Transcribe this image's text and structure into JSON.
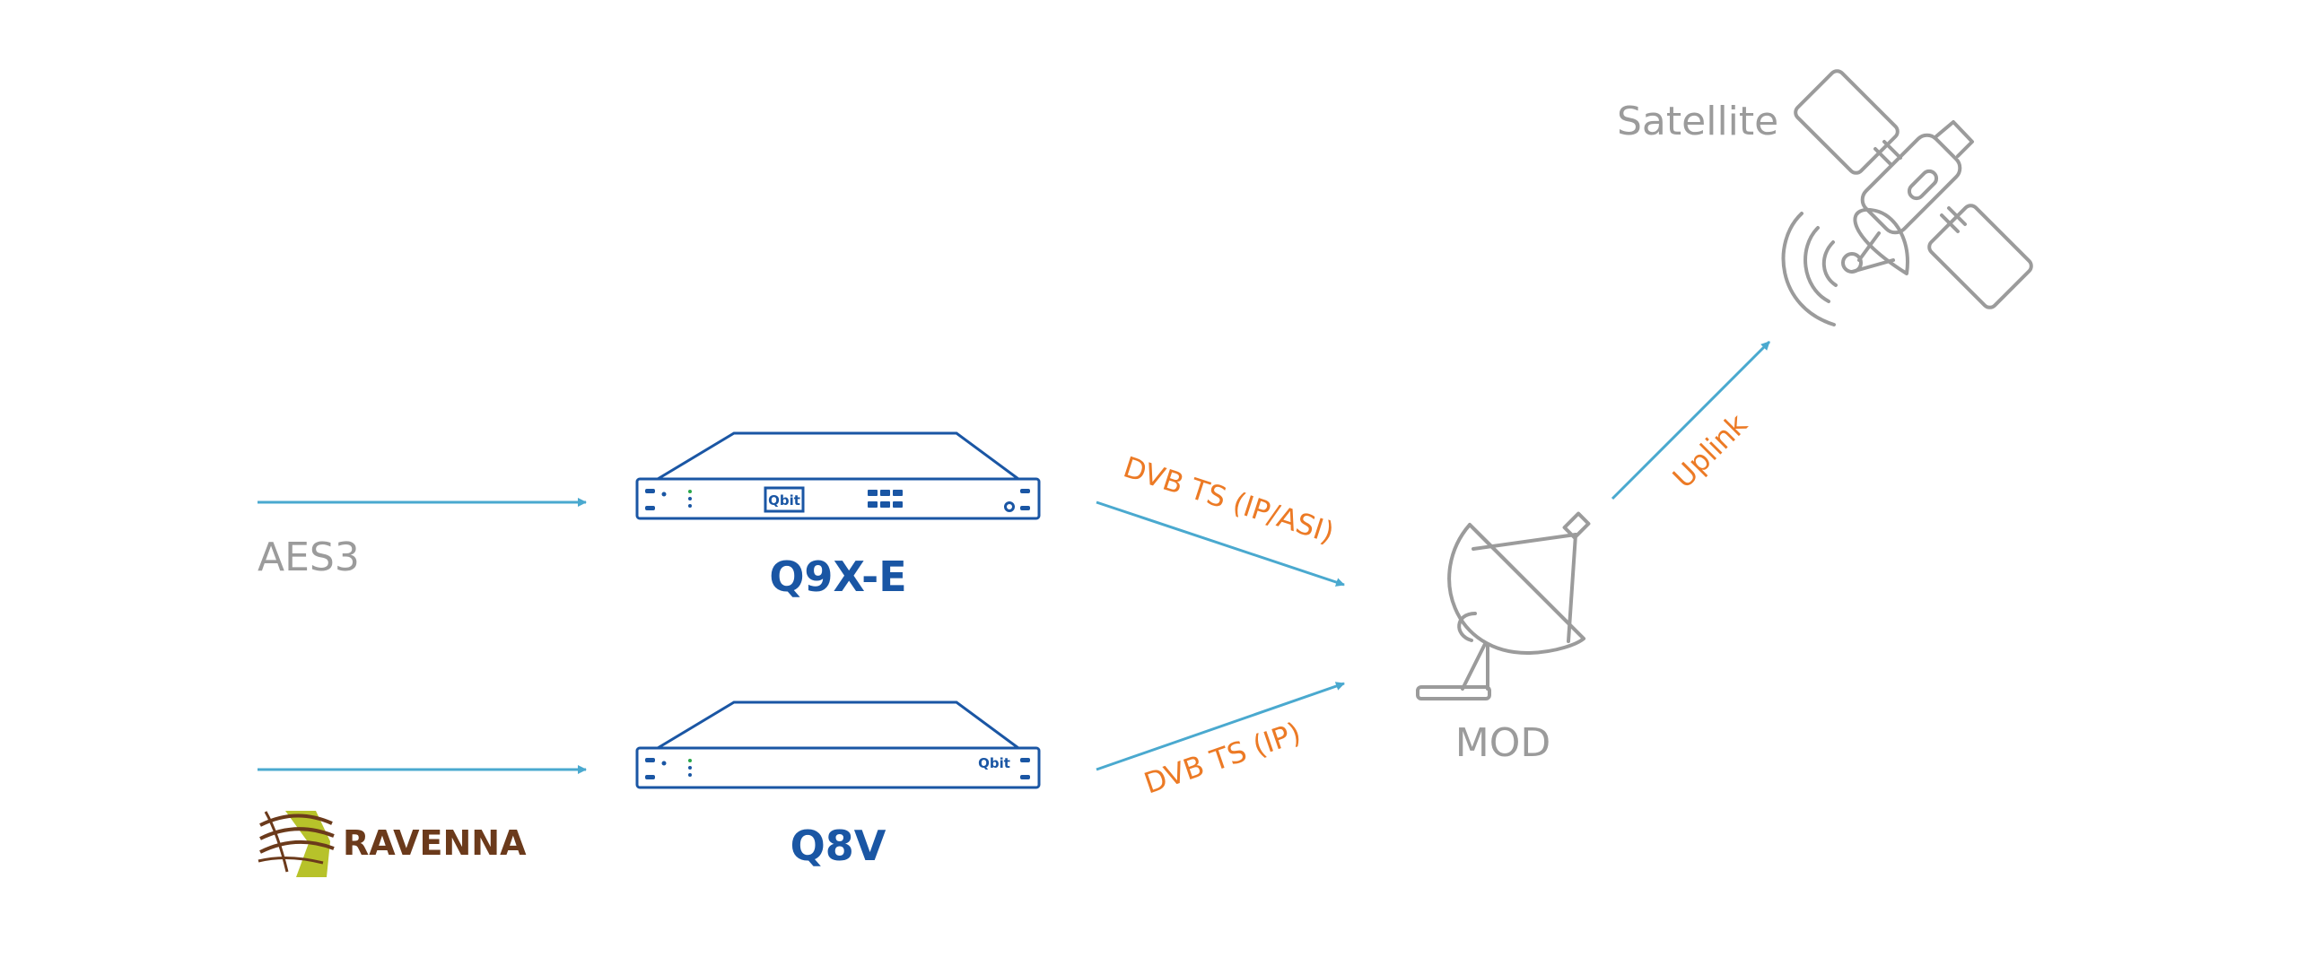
{
  "inputs": {
    "aes3": "AES3",
    "ravenna": "RAVENNA"
  },
  "devices": {
    "top": {
      "name": "Q9X-E",
      "brand": "Qbit"
    },
    "bottom": {
      "name": "Q8V",
      "brand": "Qbit"
    }
  },
  "links": {
    "top": "DVB TS (IP/ASI)",
    "bottom": "DVB TS (IP)",
    "uplink": "Uplink"
  },
  "modulator": {
    "label": "MOD"
  },
  "satellite": {
    "label": "Satellite"
  },
  "colors": {
    "arrow": "#4aa9cf",
    "device": "#1a56a4",
    "link_label": "#ec7a25",
    "icon_grey": "#9b9b9b",
    "ravenna_brown": "#6b3a1b",
    "ravenna_green": "#b7c22a"
  }
}
